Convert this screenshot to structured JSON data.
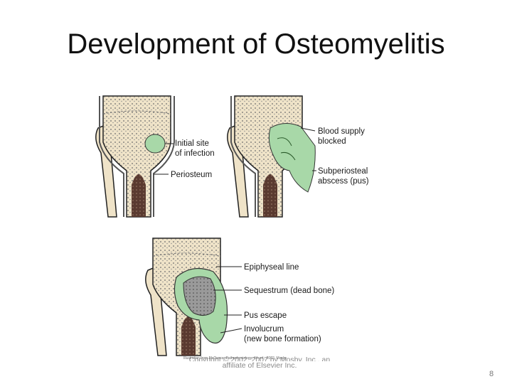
{
  "slide": {
    "title": "Development of Osteomyelitis",
    "page_number": "8"
  },
  "figure": {
    "panel1_labels": {
      "initial_site_line1": "Initial site",
      "initial_site_line2": "of infection",
      "periosteum": "Periosteum"
    },
    "panel2_labels": {
      "blood_supply_line1": "Blood supply",
      "blood_supply_line2": "blocked",
      "subperiosteal_line1": "Subperiosteal",
      "subperiosteal_line2": "abscess (pus)"
    },
    "panel3_labels": {
      "epiphyseal_line": "Epiphyseal line",
      "sequestrum": "Sequestrum (dead bone)",
      "pus_escape": "Pus escape",
      "involucrum_line1": "Involucrum",
      "involucrum_line2": "(new bone formation)"
    },
    "credit": "Illustration from McCance: Pathophysiology, 4th ed., 2002, Mosby",
    "copyright_line1": "Copyright © 2002, 2007 by Mosby, Inc., an",
    "copyright_line2": "affiliate of Elsevier Inc."
  },
  "colors": {
    "bone": "#efe3c8",
    "infection": "#a8d8a8",
    "marrow": "#5a3a30",
    "outline": "#222222"
  }
}
